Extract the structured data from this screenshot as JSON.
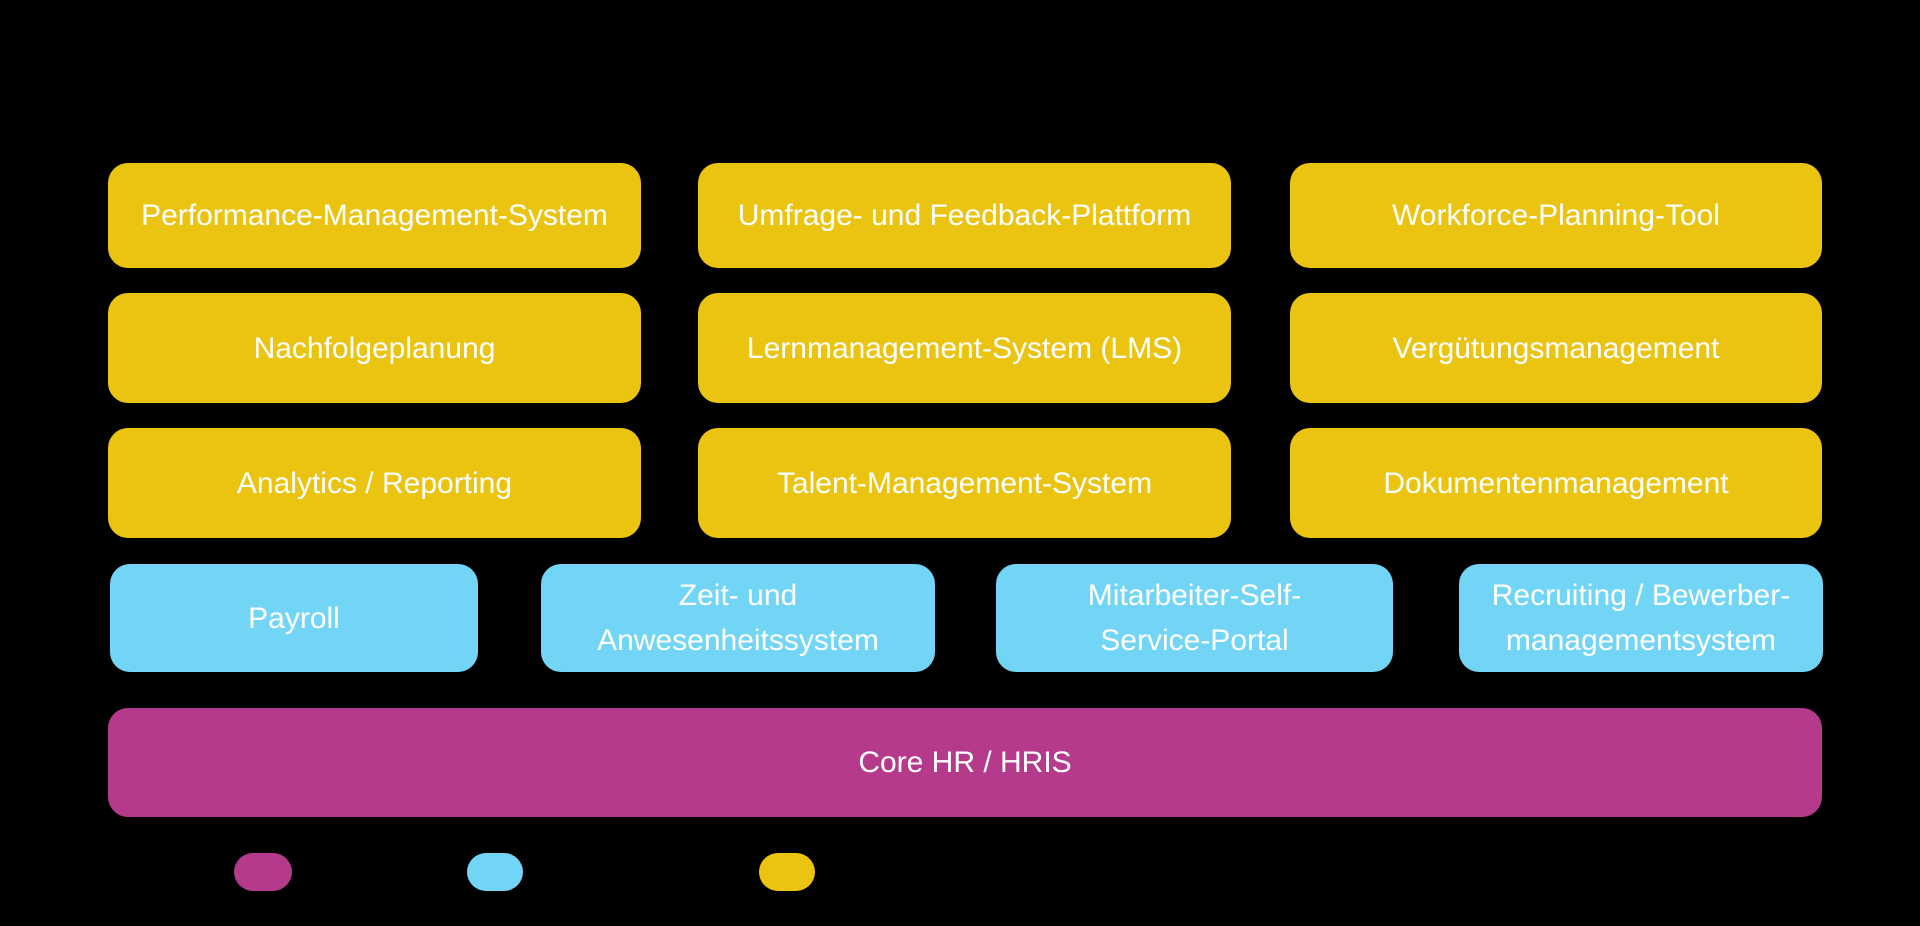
{
  "colors": {
    "background": "#000000",
    "yellow": "#EBC412",
    "blue": "#72D5F6",
    "magenta": "#B53A8C",
    "text": "#FFFFFF"
  },
  "rows": [
    {
      "boxes": [
        {
          "label": "Performance-Management-System"
        },
        {
          "label": "Umfrage- und Feedback-Plattform"
        },
        {
          "label": "Workforce-Planning-Tool"
        }
      ]
    },
    {
      "boxes": [
        {
          "label": "Nachfolgeplanung"
        },
        {
          "label": "Lernmanagement-System (LMS)"
        },
        {
          "label": "Vergütungsmanagement"
        }
      ]
    },
    {
      "boxes": [
        {
          "label": "Analytics / Reporting"
        },
        {
          "label": "Talent-Management-System"
        },
        {
          "label": "Dokumentenmanagement"
        }
      ]
    },
    {
      "boxes": [
        {
          "label": "Payroll"
        },
        {
          "label": "Zeit- und\nAnwesenheitssystem"
        },
        {
          "label": "Mitarbeiter-Self-\nService-Portal"
        },
        {
          "label": "Recruiting / Bewerber-\nmanagementsystem"
        }
      ]
    },
    {
      "boxes": [
        {
          "label": "Core HR / HRIS"
        }
      ]
    }
  ],
  "legend": {
    "swatches": [
      {
        "color_name": "magenta"
      },
      {
        "color_name": "blue"
      },
      {
        "color_name": "yellow"
      }
    ]
  }
}
